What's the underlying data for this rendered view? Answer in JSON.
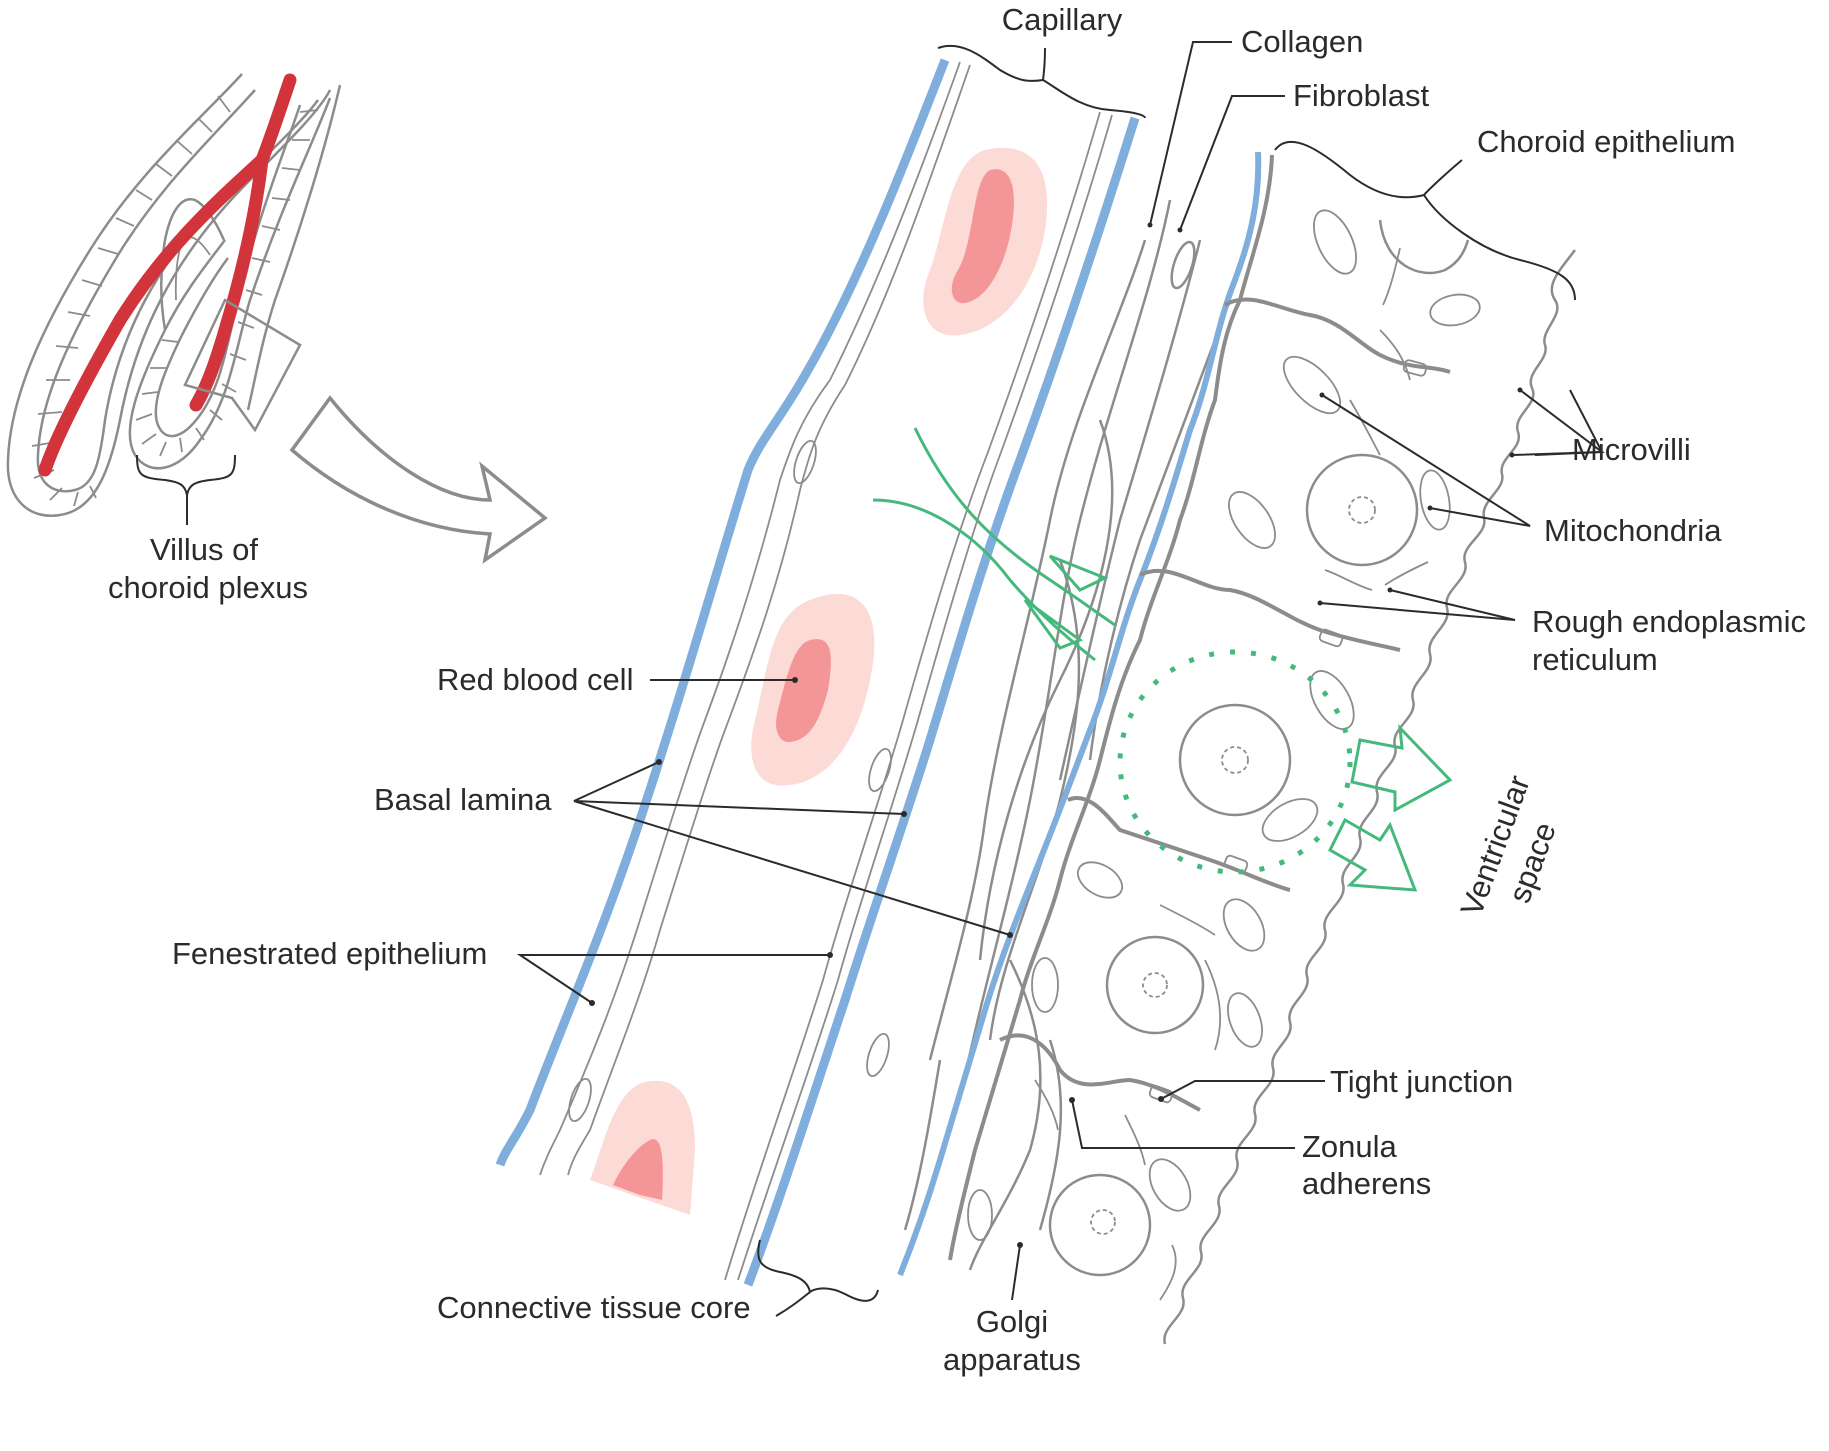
{
  "figure": {
    "title": "Choroid plexus villus structure",
    "colors": {
      "capillary_wall": "#7faedc",
      "blood_vessel": "#d2343c",
      "rbc_outer": "#fcdad6",
      "rbc_inner": "#f49698",
      "fluid_flow": "#45b97c",
      "structure_lines": "#8c8c8c",
      "label_text": "#2b2b2b"
    }
  },
  "labels": {
    "villus": [
      "Villus of",
      "choroid plexus"
    ],
    "capillary": "Capillary",
    "collagen": "Collagen",
    "fibroblast": "Fibroblast",
    "choroid_epithelium": "Choroid epithelium",
    "microvilli": "Microvilli",
    "mitochondria": "Mitochondria",
    "rough_er": [
      "Rough endoplasmic",
      "reticulum"
    ],
    "red_blood_cell": "Red blood cell",
    "basal_lamina": "Basal lamina",
    "fenestrated_epithelium": "Fenestrated epithelium",
    "ventricular_space": [
      "Ventricular",
      "space"
    ],
    "tight_junction": "Tight junction",
    "zonula_adherens": [
      "Zonula",
      "adherens"
    ],
    "connective_tissue_core": "Connective tissue core",
    "golgi": [
      "Golgi",
      "apparatus"
    ]
  }
}
